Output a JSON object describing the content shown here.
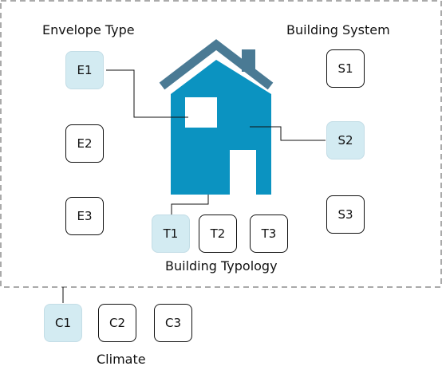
{
  "labels": {
    "envelope": "Envelope Type",
    "system": "Building System",
    "typology": "Building Typology",
    "climate": "Climate"
  },
  "envelope": [
    "E1",
    "E2",
    "E3"
  ],
  "system": [
    "S1",
    "S2",
    "S3"
  ],
  "typology": [
    "T1",
    "T2",
    "T3"
  ],
  "climate": [
    "C1",
    "C2",
    "C3"
  ],
  "colors": {
    "house_body": "#0b93c1",
    "roof": "#4a7a94",
    "selected_fill": "#d3ebf2",
    "outline": "#111111"
  }
}
